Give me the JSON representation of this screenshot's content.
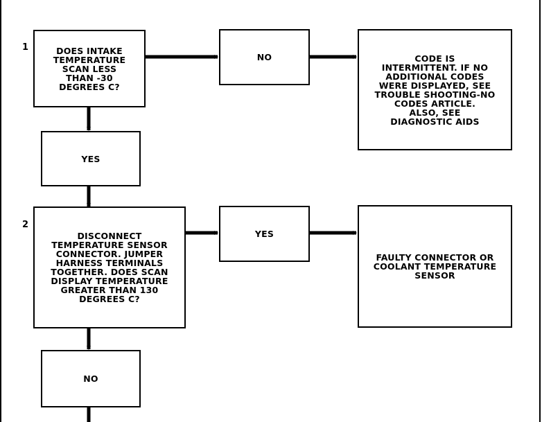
{
  "steps": [
    {
      "number": "1",
      "question": "DOES INTAKE\nTEMPERATURE\nSCAN LESS\nTHAN -30\nDEGREES C?",
      "branch_right_label": "NO",
      "branch_right_result": "CODE IS\nINTERMITTENT. IF NO\nADDITIONAL CODES\nWERE DISPLAYED, SEE\nTROUBLE SHOOTING-NO\nCODES ARTICLE.\nALSO, SEE\nDIAGNOSTIC AIDS",
      "branch_down_label": "YES"
    },
    {
      "number": "2",
      "question": "DISCONNECT\nTEMPERATURE SENSOR\nCONNECTOR. JUMPER\nHARNESS TERMINALS\nTOGETHER. DOES SCAN\nDISPLAY TEMPERATURE\nGREATER THAN 130\nDEGREES C?",
      "branch_right_label": "YES",
      "branch_right_result": "FAULTY CONNECTOR OR\nCOOLANT TEMPERATURE\nSENSOR",
      "branch_down_label": "NO"
    }
  ]
}
